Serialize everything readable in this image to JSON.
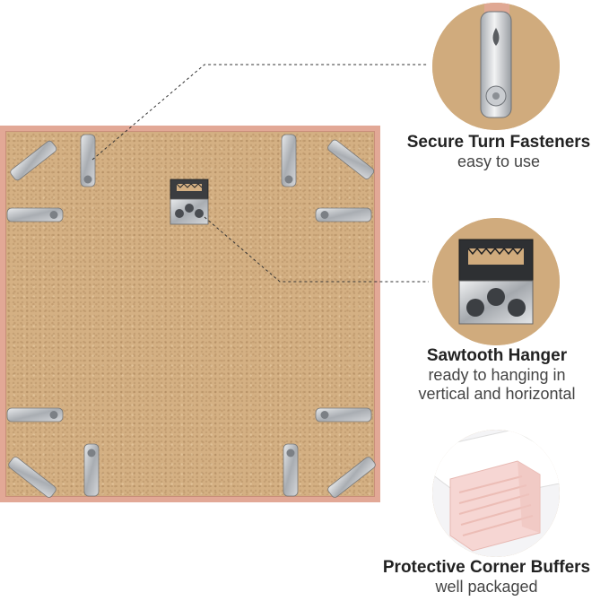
{
  "features": [
    {
      "id": "fasteners",
      "title": "Secure Turn Fasteners",
      "subtitle_lines": [
        "easy to use"
      ]
    },
    {
      "id": "hanger",
      "title": "Sawtooth Hanger",
      "subtitle_lines": [
        "ready to hanging in",
        "vertical and horizontal"
      ]
    },
    {
      "id": "buffers",
      "title": "Protective Corner Buffers",
      "subtitle_lines": [
        "well packaged"
      ]
    }
  ],
  "colors": {
    "frame": "#e2a896",
    "board": "#d4b083",
    "metal": "#b9bcc0",
    "leader": "#333333"
  }
}
